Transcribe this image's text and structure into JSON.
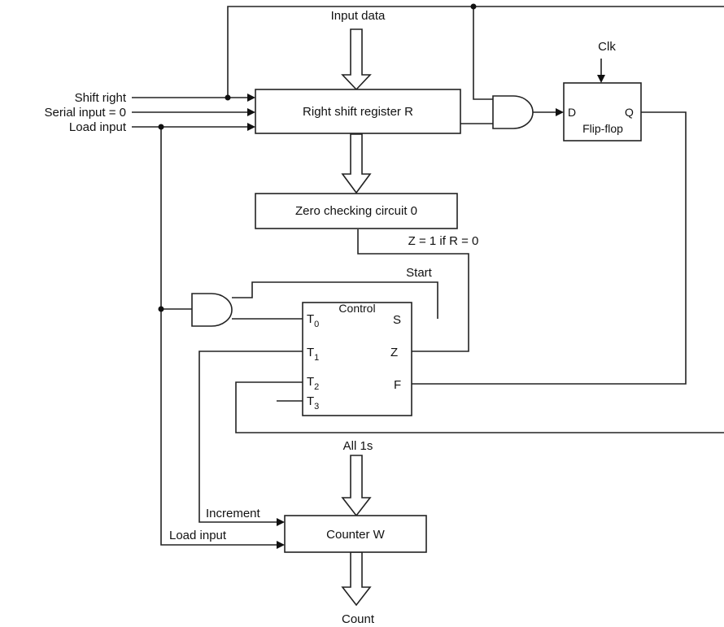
{
  "blocks": {
    "register": "Right shift register R",
    "zero_check": "Zero checking circuit 0",
    "flipflop": {
      "d": "D",
      "q": "Q",
      "label": "Flip-flop"
    },
    "counter": "Counter W",
    "control": {
      "title": "Control",
      "t_prefix": "T",
      "t0_sub": "0",
      "t1_sub": "1",
      "t2_sub": "2",
      "t3_sub": "3",
      "s": "S",
      "z": "Z",
      "f": "F"
    }
  },
  "signals": {
    "input_data": "Input data",
    "clk": "Clk",
    "shift_right": "Shift right",
    "serial_input": "Serial input = 0",
    "load_input_top": "Load input",
    "z_condition": "Z = 1 if R = 0",
    "start": "Start",
    "all_1s": "All 1s",
    "increment": "Increment",
    "load_input_bottom": "Load input",
    "count": "Count"
  }
}
